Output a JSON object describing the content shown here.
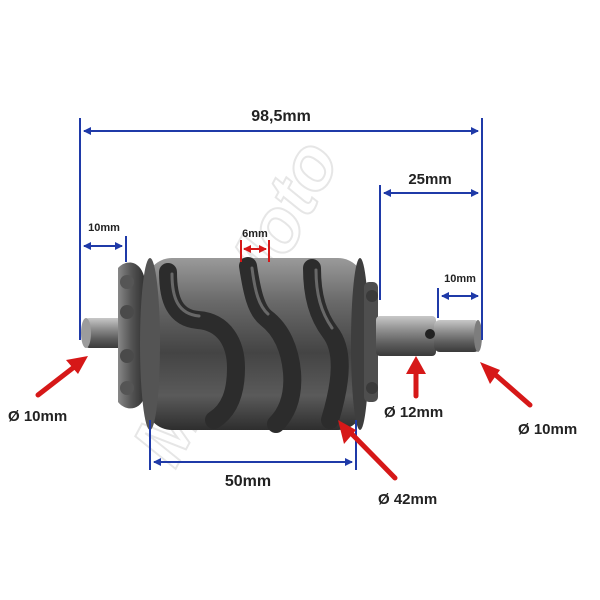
{
  "dimensions": {
    "overall_length": "98,5mm",
    "right_shaft_length": "25mm",
    "left_shaft_length": "10mm",
    "groove_width": "6mm",
    "right_tip_length": "10mm",
    "drum_length": "50mm"
  },
  "diameters": {
    "left_shaft": "Ø 10mm",
    "drum": "Ø 42mm",
    "middle_shaft": "Ø 12mm",
    "right_tip": "Ø 10mm"
  },
  "watermark": "MotoMoto",
  "colors": {
    "dimension_line": "#1f3aa8",
    "arrow": "#d61818",
    "metal_dark": "#3a3a3a",
    "metal_mid": "#6f6f6f",
    "metal_light": "#b5b5b5"
  }
}
